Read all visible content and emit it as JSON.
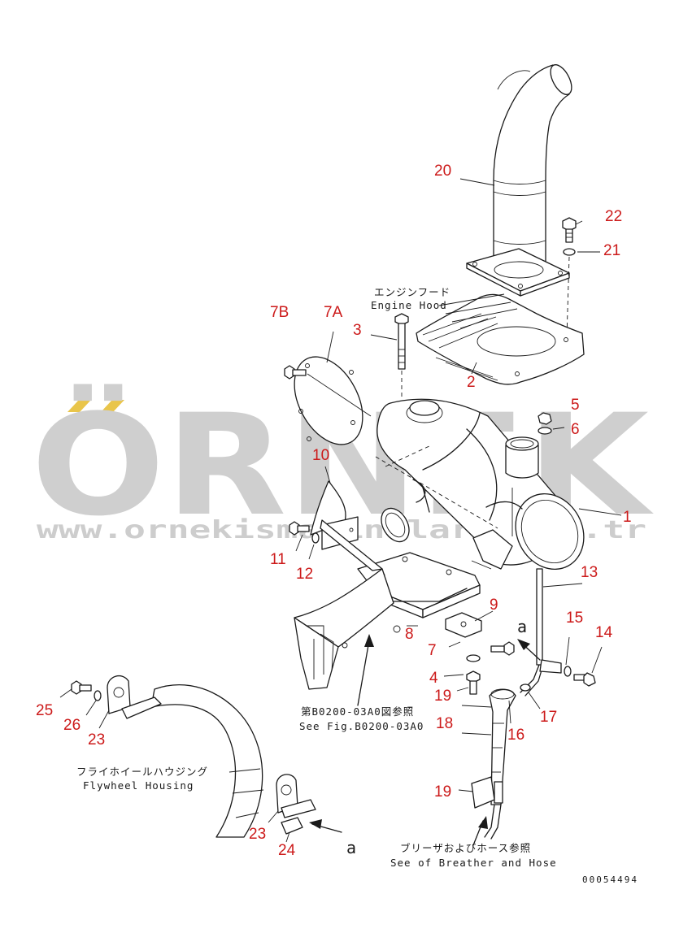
{
  "watermark": {
    "brand": "ÖRNEK",
    "url": "www.ornekismakinalari.com.tr",
    "color": "#cfcfcf",
    "accent": "#e9c54a"
  },
  "notes": {
    "engine_hood_jp": "エンジンフード",
    "engine_hood_en": "Engine Hood",
    "fig_ref_jp": "第B0200-03A0図参照",
    "fig_ref_en": "See Fig.B0200-03A0",
    "flywheel_jp": "フライホイールハウジング",
    "flywheel_en": "Flywheel Housing",
    "breather_jp": "ブリーザおよびホース参照",
    "breather_en": "See of Breather and Hose",
    "view_a_top": "a",
    "view_a_bottom": "a"
  },
  "doc_number": "00054494",
  "callout_color": "#cc1a1a",
  "callouts": {
    "c20": "20",
    "c22": "22",
    "c21": "21",
    "c7b": "7B",
    "c7a": "7A",
    "c3": "3",
    "c2": "2",
    "c5": "5",
    "c6": "6",
    "c10": "10",
    "c1": "1",
    "c11": "11",
    "c12": "12",
    "c13": "13",
    "c9": "9",
    "c15": "15",
    "c14": "14",
    "c8": "8",
    "c7": "7",
    "c4": "4",
    "c19a": "19",
    "c17": "17",
    "c16": "16",
    "c18": "18",
    "c25": "25",
    "c26": "26",
    "c23a": "23",
    "c19b": "19",
    "c23b": "23",
    "c24": "24"
  }
}
